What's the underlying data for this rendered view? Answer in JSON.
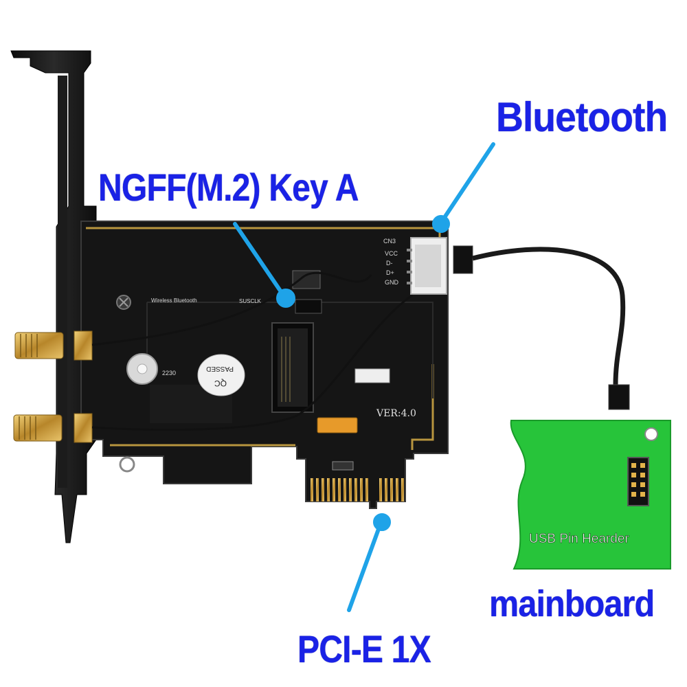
{
  "labels": {
    "bluetooth": "Bluetooth",
    "ngff": "NGFF(M.2)  Key A",
    "pcie": "PCI-E 1X",
    "mainboard": "mainboard",
    "usb_header": "USB Pin Hearder"
  },
  "board_silkscreen": {
    "version": "VER:4.0",
    "cn3": "CN3",
    "vcc": "VCC",
    "d_minus": "D-",
    "d_plus": "D+",
    "gnd": "GND",
    "passed": "PASSED",
    "qc": "QC",
    "slot_size": "2230",
    "wireless_bt": "Wireless   Bluetooth",
    "susclk": "SUSCLK"
  },
  "colors": {
    "label_blue": "#1a22e6",
    "pointer_blue": "#1fa3e8",
    "mainboard_green": "#27c43a",
    "pcb_black": "#141414",
    "gold": "#c9a24a"
  }
}
